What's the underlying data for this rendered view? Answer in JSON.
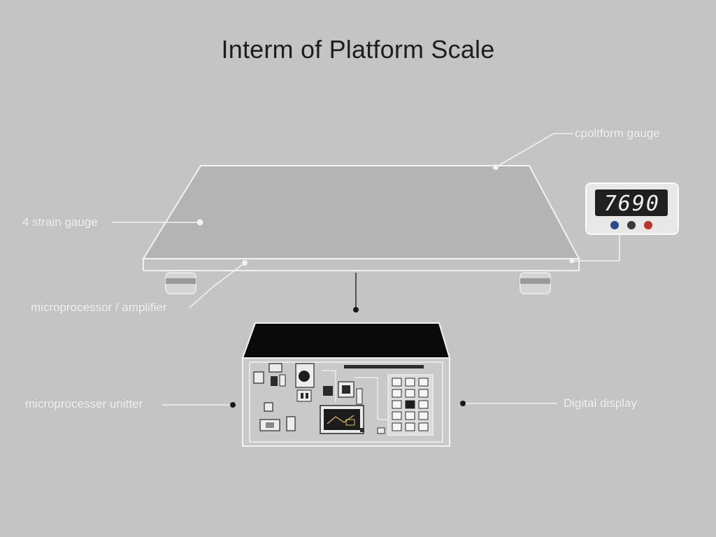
{
  "title": "Interm of Platform Scale",
  "labels": {
    "platform_gauge": "cpoltform gauge",
    "strain_gauge": "4 strain gauge",
    "amplifier": "microprocessor / amplifier",
    "microprocessor_unit": "microprocesser unitter",
    "digital_display": "Digital display"
  },
  "readout": {
    "value": "7690",
    "button_colors": [
      "#2b4a8a",
      "#3a3a3a",
      "#c0302a"
    ]
  },
  "colors": {
    "background": "#c4c4c4",
    "platform_top": "#b4b4b4",
    "outline": "#f2f2f2",
    "display_screen": "#202020",
    "box_top": "#0a0a0a"
  }
}
